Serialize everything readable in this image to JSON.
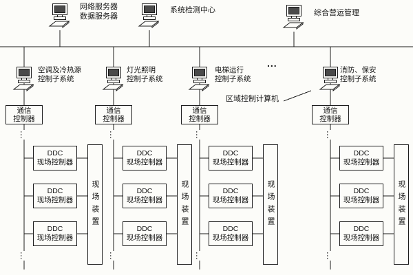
{
  "diagram": {
    "top_nodes": [
      {
        "label": "网络服务器\n数据服务器"
      },
      {
        "label": "系统检测中心"
      },
      {
        "label": "综合营运管理"
      }
    ],
    "subsystems": [
      {
        "label": "空调及冷热源\n控制子系统"
      },
      {
        "label": "灯光照明\n控制子系统"
      },
      {
        "label": "电梯运行\n控制子系统"
      },
      {
        "label": "消防、保安\n控制子系统"
      }
    ],
    "subsystem_ellipsis": "...",
    "area_computer_label": "区域控制计算机",
    "comm_controller": "通信\n控制器",
    "ddc_controller": "DDC\n现场控制器",
    "field_device": "现场装置",
    "continuation_dots": "…",
    "colors": {
      "line": "#1c1c1c",
      "background": "#fcfcf9"
    }
  }
}
